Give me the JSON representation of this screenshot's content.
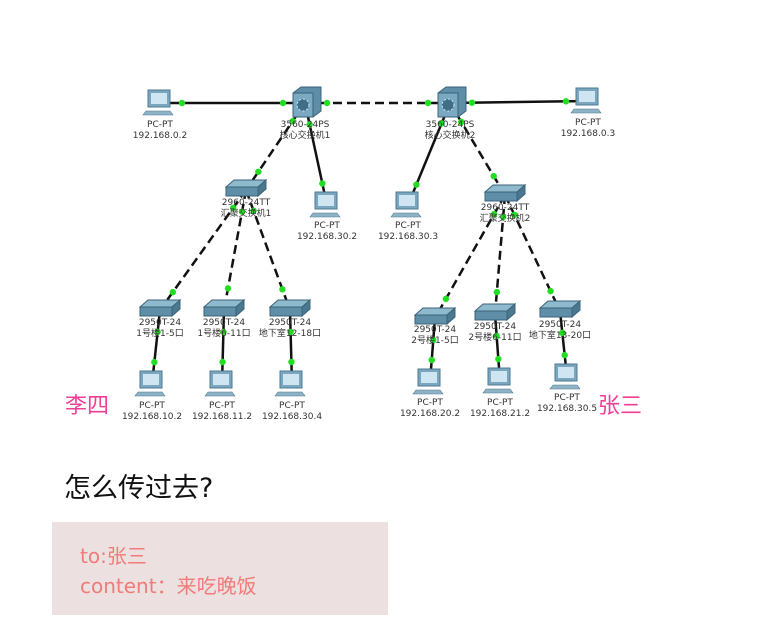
{
  "nodes": [
    {
      "id": "pc0",
      "kind": "pc",
      "model": "PC-PT",
      "name": "192.168.0.2"
    },
    {
      "id": "core1",
      "kind": "core",
      "model": "3560-24PS",
      "name": "核心交换机1"
    },
    {
      "id": "core2",
      "kind": "core",
      "model": "3560-24PS",
      "name": "核心交换机2"
    },
    {
      "id": "pc03",
      "kind": "pc",
      "model": "PC-PT",
      "name": "192.168.0.3"
    },
    {
      "id": "agg1",
      "kind": "switch",
      "model": "2960-24TT",
      "name": "汇聚交换机1"
    },
    {
      "id": "agg2",
      "kind": "switch",
      "model": "2960-24TT",
      "name": "汇聚交换机2"
    },
    {
      "id": "pc302",
      "kind": "pc",
      "model": "PC-PT",
      "name": "192.168.30.2"
    },
    {
      "id": "pc303",
      "kind": "pc",
      "model": "PC-PT",
      "name": "192.168.30.3"
    },
    {
      "id": "acc1",
      "kind": "switch",
      "model": "2950T-24",
      "name": "1号楼1-5口"
    },
    {
      "id": "acc2",
      "kind": "switch",
      "model": "2950T-24",
      "name": "1号楼6-11口"
    },
    {
      "id": "acc3",
      "kind": "switch",
      "model": "2950T-24",
      "name": "地下室12-18口"
    },
    {
      "id": "acc4",
      "kind": "switch",
      "model": "2950T-24",
      "name": "2号楼1-5口"
    },
    {
      "id": "acc5",
      "kind": "switch",
      "model": "2950T-24",
      "name": "2号楼6-11口"
    },
    {
      "id": "acc6",
      "kind": "switch",
      "model": "2950T-24",
      "name": "地下室13-20口"
    },
    {
      "id": "pc102",
      "kind": "pc",
      "model": "PC-PT",
      "name": "192.168.10.2"
    },
    {
      "id": "pc112",
      "kind": "pc",
      "model": "PC-PT",
      "name": "192.168.11.2"
    },
    {
      "id": "pc304",
      "kind": "pc",
      "model": "PC-PT",
      "name": "192.168.30.4"
    },
    {
      "id": "pc202",
      "kind": "pc",
      "model": "PC-PT",
      "name": "192.168.20.2"
    },
    {
      "id": "pc212",
      "kind": "pc",
      "model": "PC-PT",
      "name": "192.168.21.2"
    },
    {
      "id": "pc305",
      "kind": "pc",
      "model": "PC-PT",
      "name": "192.168.30.5"
    }
  ],
  "links": [
    [
      "pc0",
      "core1",
      "solid"
    ],
    [
      "core1",
      "core2",
      "dashed"
    ],
    [
      "core2",
      "pc03",
      "solid"
    ],
    [
      "core1",
      "agg1",
      "dashed"
    ],
    [
      "core1",
      "pc302",
      "solid"
    ],
    [
      "core2",
      "pc303",
      "solid"
    ],
    [
      "core2",
      "agg2",
      "dashed"
    ],
    [
      "agg1",
      "acc1",
      "dashed"
    ],
    [
      "agg1",
      "acc2",
      "dashed"
    ],
    [
      "agg1",
      "acc3",
      "dashed"
    ],
    [
      "agg2",
      "acc4",
      "dashed"
    ],
    [
      "agg2",
      "acc5",
      "dashed"
    ],
    [
      "agg2",
      "acc6",
      "dashed"
    ],
    [
      "acc1",
      "pc102",
      "solid"
    ],
    [
      "acc2",
      "pc112",
      "solid"
    ],
    [
      "acc3",
      "pc304",
      "solid"
    ],
    [
      "acc4",
      "pc202",
      "solid"
    ],
    [
      "acc5",
      "pc212",
      "solid"
    ],
    [
      "acc6",
      "pc305",
      "solid"
    ]
  ],
  "sender": "李四",
  "receiver": "张三",
  "question": "怎么传过去?",
  "message": {
    "to": "to:张三",
    "content": "content：来吃晚饭"
  },
  "colors": {
    "person": "#ee3f95",
    "message_text": "#f07b78",
    "message_bg": "#ede0e1",
    "link_light": "#22dd22"
  }
}
